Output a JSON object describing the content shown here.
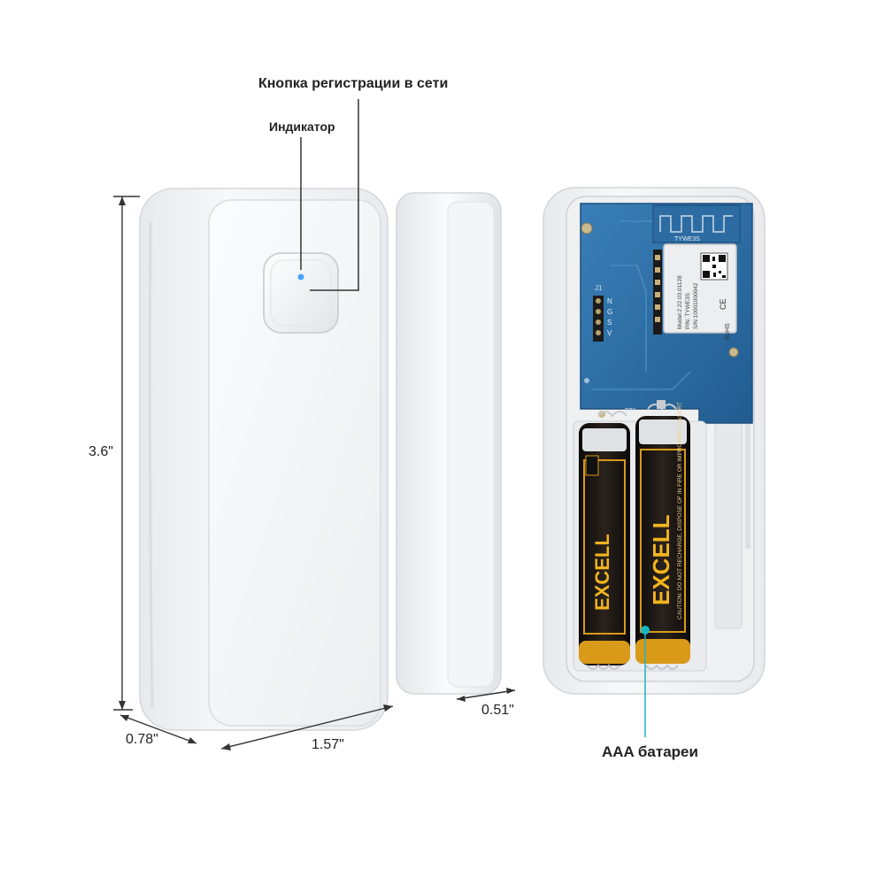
{
  "labels": {
    "pair_button": "Кнопка регистрации в сети",
    "indicator": "Индикатор",
    "batteries": "AAA батареи"
  },
  "dimensions": {
    "height": "3.6\"",
    "depth": "0.78\"",
    "width": "1.57\"",
    "magnet_depth": "0.51\""
  },
  "pcb": {
    "module_name": "TYWE3S",
    "module_model": "Model:2.22.03.01128",
    "module_pn": "P/N: TYWE3S",
    "module_sn": "S/N:10001000042",
    "ce_mark": "CE",
    "rohs": "RoHS",
    "header_label": "J1",
    "pin_labels": [
      "N",
      "G",
      "S",
      "V"
    ],
    "battery_holder_label": "BT1"
  },
  "battery": {
    "brand": "EXCELL",
    "side_text": "CAUTION: DO NOT RECHARGE, DISPOSE OF IN FIRE OR IMPROPERLY INSERT"
  },
  "colors": {
    "housing": "#f3f4f6",
    "pcb": "#2b6fa9",
    "battery_body": "#1a1512",
    "battery_gold": "#d99a1a",
    "callout_line": "#333333",
    "battery_callout": "#19b6c4",
    "led": "#4aa3ff"
  }
}
